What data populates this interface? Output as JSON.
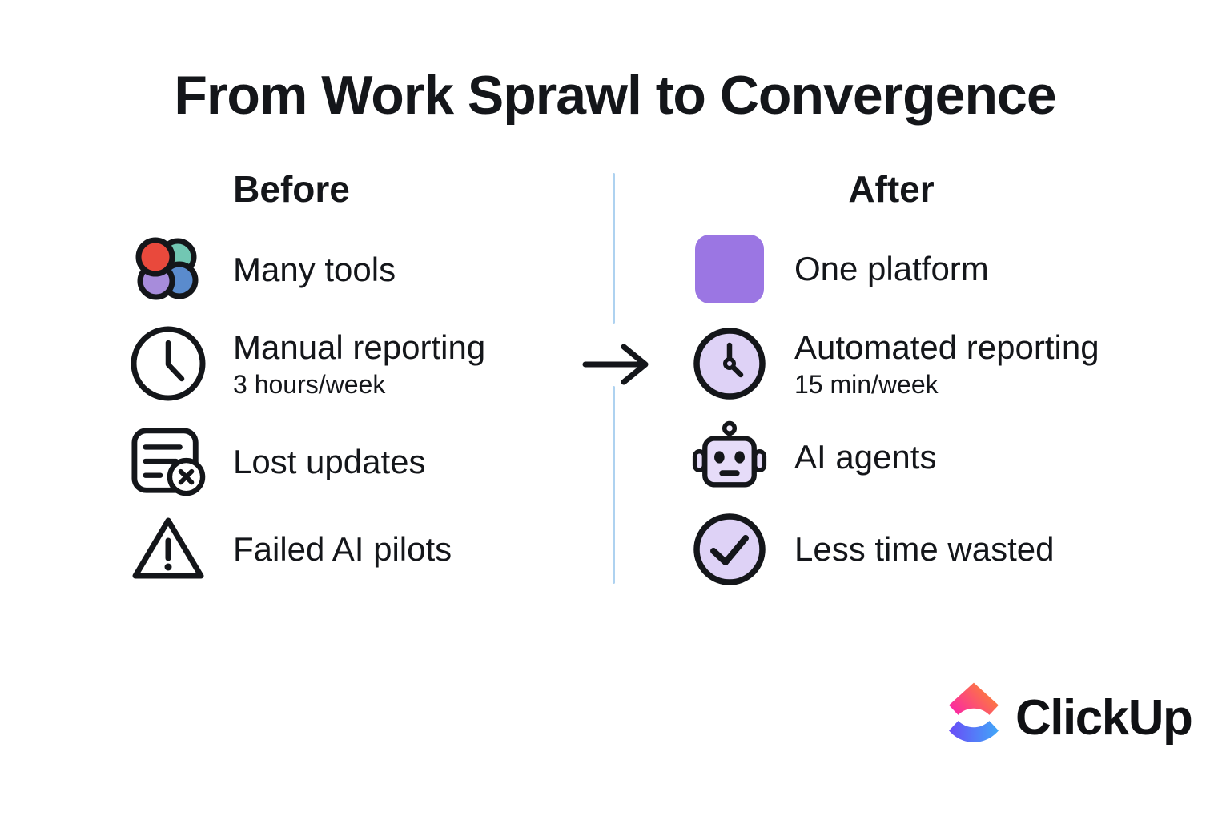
{
  "title": "From Work Sprawl to Convergence",
  "columns": {
    "before": {
      "header": "Before",
      "items": [
        {
          "icon": "many-tools-icon",
          "label": "Many tools"
        },
        {
          "icon": "clock-icon",
          "label": "Manual reporting",
          "sublabel": "3 hours/week"
        },
        {
          "icon": "lost-updates-document-icon",
          "label": "Lost updates"
        },
        {
          "icon": "warning-triangle-icon",
          "label": "Failed AI pilots"
        }
      ]
    },
    "after": {
      "header": "After",
      "items": [
        {
          "icon": "one-platform-square-icon",
          "label": "One platform"
        },
        {
          "icon": "automated-clock-icon",
          "label": "Automated reporting",
          "sublabel": "15 min/week"
        },
        {
          "icon": "robot-icon",
          "label": "AI agents"
        },
        {
          "icon": "check-circle-icon",
          "label": "Less time wasted"
        }
      ]
    }
  },
  "divider": {
    "arrow_icon": "right-arrow-icon"
  },
  "footer": {
    "brand": "ClickUp",
    "logo_icon": "clickup-logo-icon"
  },
  "colors": {
    "text-dark": "#14161a",
    "accent-purple": "#9b76e3",
    "light-purple": "#ded2f6",
    "robot-purple": "#e6dcf9",
    "divider-blue": "#aed2f0",
    "tool-red": "#e9493c",
    "tool-teal": "#72c7b3",
    "tool-purple": "#a78cdb",
    "tool-blue": "#5a8bcd",
    "logo-pink": "#fb27a5",
    "logo-orange": "#fc8a2b",
    "logo-indigo": "#6a4bf7",
    "logo-blue": "#41a7f8"
  }
}
